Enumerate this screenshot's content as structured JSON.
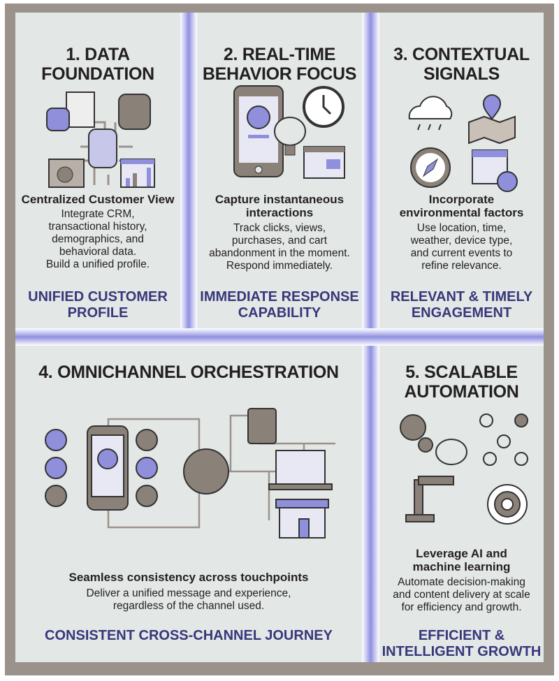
{
  "colors": {
    "frame": "#9b938b",
    "panel": "#e3e7e6",
    "title": "#231f20",
    "tagline": "#37377a",
    "accent": "#8f8fdc",
    "icon_gray": "#8a8178"
  },
  "panels": [
    {
      "title": [
        "1. DATA",
        "FOUNDATION"
      ],
      "subtitle": [
        "Centralized Customer View"
      ],
      "body": [
        "Integrate CRM,",
        "transactional history,",
        "demographics, and",
        "behavioral data.",
        "Build a unified profile."
      ],
      "tagline": [
        "UNIFIED CUSTOMER",
        "PROFILE"
      ],
      "icons": [
        "database-icon",
        "document-icon",
        "folder-chart-icon",
        "analytics-window-icon"
      ]
    },
    {
      "title": [
        "2. REAL-TIME",
        "BEHAVIOR FOCUS"
      ],
      "subtitle": [
        "Capture instantaneous",
        "interactions"
      ],
      "body": [
        "Track clicks, views,",
        "purchases, and cart",
        "abandonment in the moment.",
        "Respond immediately."
      ],
      "tagline": [
        "IMMEDIATE RESPONSE",
        "CAPABILITY"
      ],
      "icons": [
        "smartphone-profile-icon",
        "brain-lightbulb-icon",
        "clock-icon",
        "browser-window-icon"
      ]
    },
    {
      "title": [
        "3. CONTEXTUAL",
        "SIGNALS"
      ],
      "subtitle": [
        "Incorporate",
        "environmental factors"
      ],
      "body": [
        "Use location, time,",
        "weather, device type,",
        "and current events to",
        "refine relevance."
      ],
      "tagline": [
        "RELEVANT & TIMELY",
        "ENGAGEMENT"
      ],
      "icons": [
        "rain-cloud-icon",
        "map-pin-icon",
        "compass-icon",
        "calendar-clock-icon"
      ]
    },
    {
      "title": [
        "4. OMNICHANNEL ORCHESTRATION"
      ],
      "subtitle": [
        "Seamless consistency across touchpoints"
      ],
      "body": [
        "Deliver a unified message and experience,",
        "regardless of the channel used."
      ],
      "tagline": [
        "CONSISTENT CROSS-CHANNEL JOURNEY"
      ],
      "icons": [
        "facebook-icon",
        "twitter-icon",
        "email-icon",
        "smartphone-profile-icon",
        "instagram-icon",
        "linkedin-icon",
        "chat-icon",
        "brain-icon",
        "tablet-icon",
        "laptop-icon",
        "storefront-icon"
      ]
    },
    {
      "title": [
        "5. SCALABLE",
        "AUTOMATION"
      ],
      "subtitle": [
        "Leverage AI and",
        "machine learning"
      ],
      "body": [
        "Automate decision-making",
        "and content delivery at scale",
        "for efficiency and growth."
      ],
      "tagline": [
        "EFFICIENT &",
        "INTELLIGENT GROWTH"
      ],
      "icons": [
        "gears-icon",
        "brain-icon",
        "flowchart-icon",
        "robot-arm-icon",
        "target-icon"
      ]
    }
  ]
}
